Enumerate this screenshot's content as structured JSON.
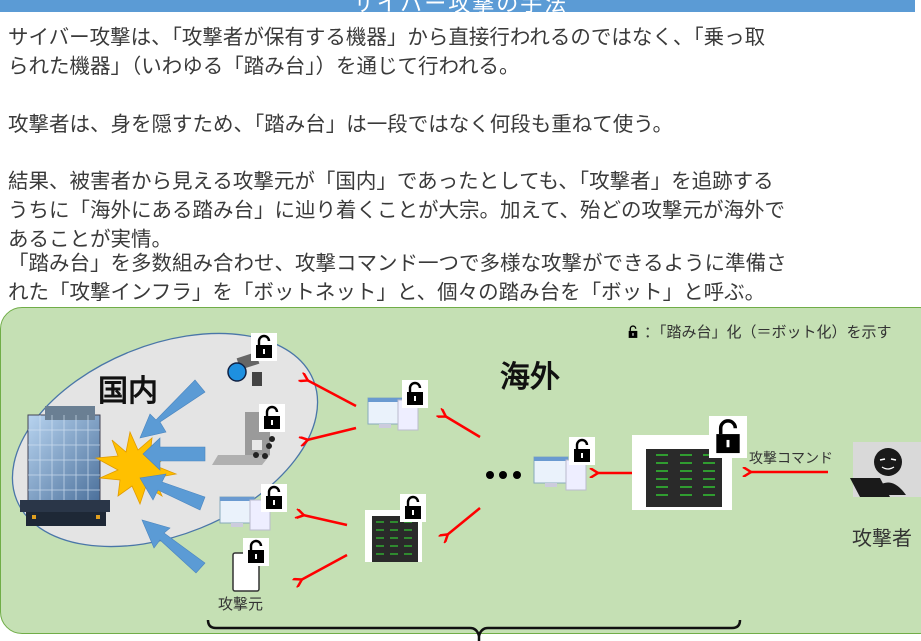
{
  "header": {
    "title": "サイバー攻撃の手法",
    "accent_color": "#5b9bd5"
  },
  "paragraphs": [
    {
      "lines": [
        "サイバー攻撃は、「攻撃者が保有する機器」から直接行われるのではなく、「乗っ取",
        "られた機器」（いわゆる「踏み台」）を通じて行われる。"
      ]
    },
    {
      "lines": [
        "攻撃者は、身を隠すため、「踏み台」は一段ではなく何段も重ねて使う。"
      ]
    },
    {
      "lines": [
        "結果、被害者から見える攻撃元が「国内」であったとしても、「攻撃者」を追跡する",
        "うちに「海外にある踏み台」に辿り着くことが大宗。加えて、殆どの攻撃元が海外で",
        "あることが実情。"
      ]
    },
    {
      "lines": [
        "「踏み台」を多数組み合わせ、攻撃コマンド一つで多様な攻撃ができるように準備さ",
        "れた「攻撃インフラ」を「ボットネット」と、個々の踏み台を「ボット」と呼ぶ。"
      ]
    }
  ],
  "diagram": {
    "background_color": "#c5e0b4",
    "domestic_label": "国内",
    "overseas_label": "海外",
    "legend_text": "：「踏み台」化（＝ボット化）を示す",
    "legend_icon": "unlocked-padlock-icon",
    "ellipsis": "…",
    "attack_source_label": "攻撃元",
    "attack_command_label": "攻撃コマンド",
    "attacker_label": "攻撃者",
    "nodes": [
      {
        "name": "victim-building",
        "icon": "office-building-icon"
      },
      {
        "name": "explosion",
        "icon": "explosion-icon"
      },
      {
        "name": "security-camera-bot",
        "icon": "security-camera-icon",
        "compromised": true
      },
      {
        "name": "laptop-bot",
        "icon": "laptop-icon",
        "compromised": true
      },
      {
        "name": "desktop-bot-domestic",
        "icon": "desktop-pc-icon",
        "compromised": true
      },
      {
        "name": "tablet-bot",
        "icon": "tablet-icon",
        "compromised": true
      },
      {
        "name": "desktop-bot-relay-1",
        "icon": "desktop-pc-icon",
        "compromised": true
      },
      {
        "name": "server-bot-relay",
        "icon": "server-rack-icon",
        "compromised": true
      },
      {
        "name": "desktop-bot-relay-2",
        "icon": "desktop-pc-icon",
        "compromised": true
      },
      {
        "name": "c2-server",
        "icon": "server-rack-icon",
        "compromised": true
      },
      {
        "name": "attacker",
        "icon": "hacker-icon"
      }
    ],
    "colors": {
      "domestic_arrow": "#5b9bd5",
      "relay_arrow": "#ff0000",
      "domestic_region": "#e4e4e4",
      "domestic_region_border": "#4a76a8",
      "explosion": "#ffc000"
    }
  }
}
